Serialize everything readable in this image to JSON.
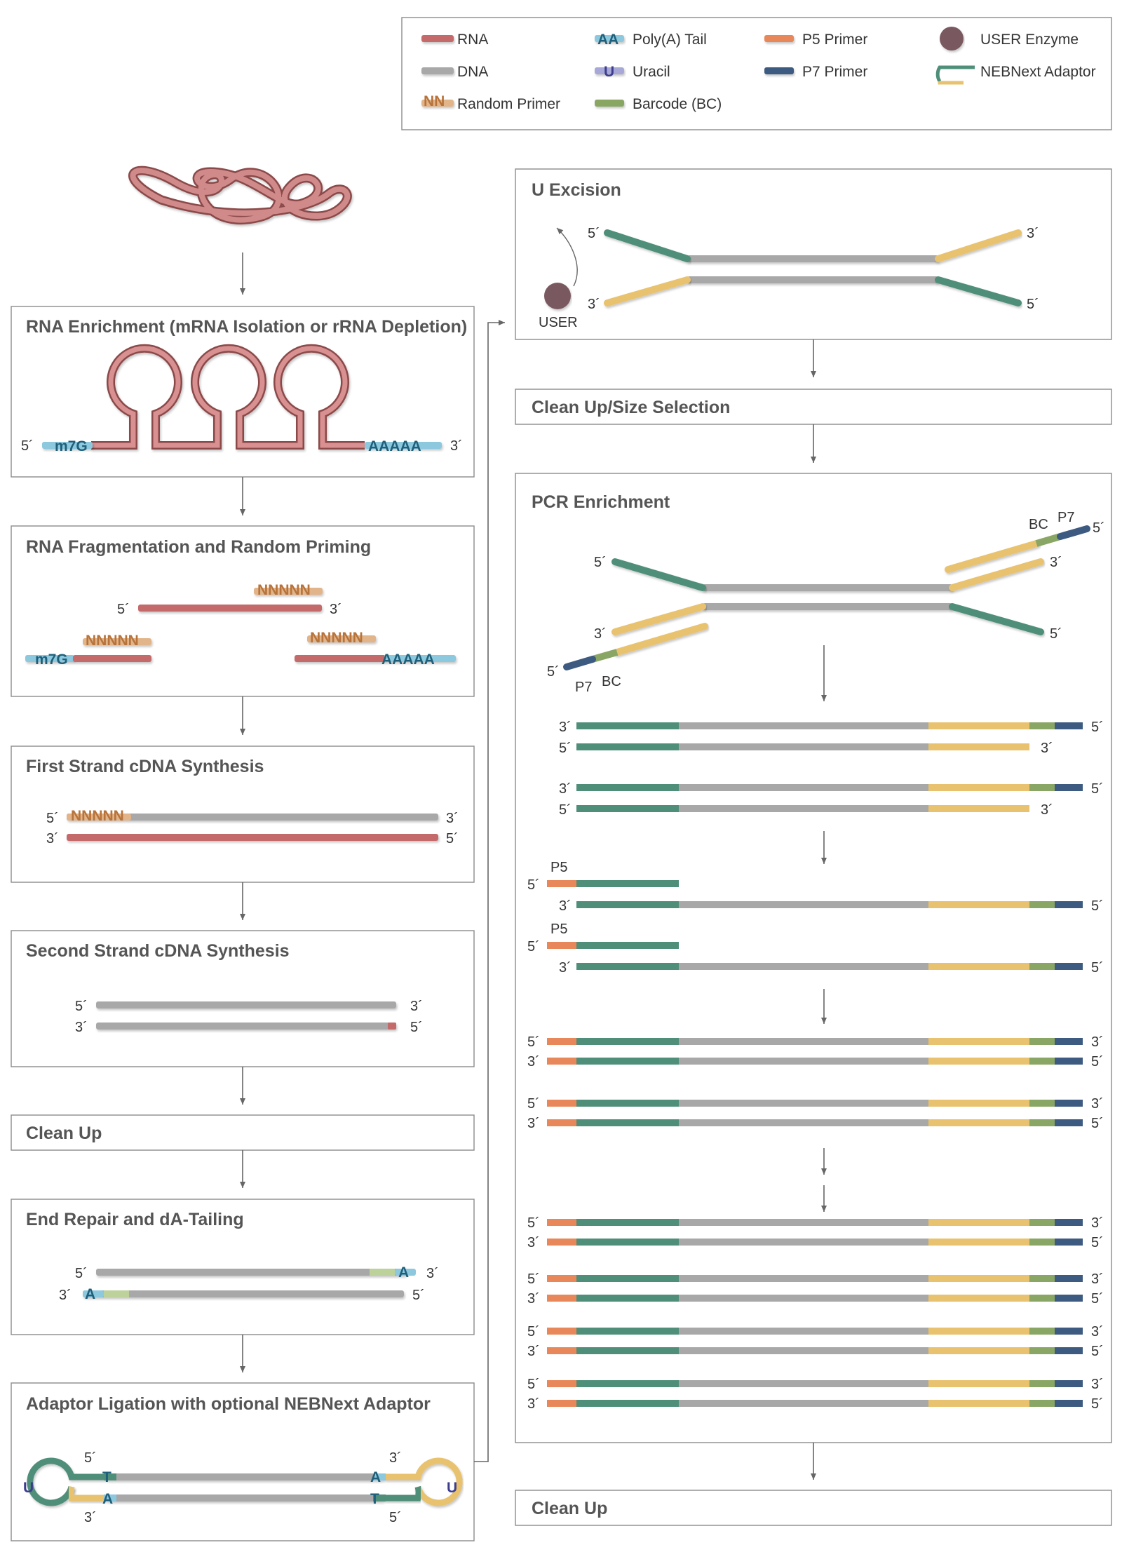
{
  "legend": {
    "items": [
      {
        "key": "rna",
        "label": "RNA",
        "color": "#c46a6a"
      },
      {
        "key": "dna",
        "label": "DNA",
        "color": "#a8a8a8"
      },
      {
        "key": "random_primer",
        "label": "Random Primer",
        "color": "#b8733a",
        "glyph": "NN"
      },
      {
        "key": "polya",
        "label": "Poly(A) Tail",
        "color": "#8cc8de",
        "glyph": "AA"
      },
      {
        "key": "uracil",
        "label": "Uracil",
        "color": "#8f8fc8",
        "glyph": "U"
      },
      {
        "key": "barcode",
        "label": "Barcode (BC)",
        "color": "#8aa664"
      },
      {
        "key": "p5",
        "label": "P5 Primer",
        "color": "#e8885a"
      },
      {
        "key": "p7",
        "label": "P7 Primer",
        "color": "#3d5a80"
      },
      {
        "key": "user",
        "label": "USER Enzyme",
        "color": "#7a5860"
      },
      {
        "key": "adaptor",
        "label": "NEBNext Adaptor",
        "color": "#4f8f7a"
      }
    ]
  },
  "steps": {
    "rna_enrichment": "RNA Enrichment (mRNA Isolation or rRNA Depletion)",
    "fragmentation": "RNA Fragmentation and Random Priming",
    "first_strand": "First Strand cDNA Synthesis",
    "second_strand": "Second Strand cDNA Synthesis",
    "clean_up_1": "Clean Up",
    "end_repair": "End Repair and dA-Tailing",
    "adaptor_ligation": "Adaptor Ligation with optional NEBNext Adaptor",
    "u_excision": "U Excision",
    "clean_up_size": "Clean Up/Size Selection",
    "pcr": "PCR Enrichment",
    "clean_up_2": "Clean Up"
  },
  "labels": {
    "five_prime": "5´",
    "three_prime": "3´",
    "cap": "m7G",
    "polya": "AAAAA",
    "random": "NNNNN",
    "user": "USER",
    "adenine": "A",
    "thymine": "T",
    "uracil": "U",
    "p5": "P5",
    "p7": "P7",
    "bc": "BC"
  },
  "colors": {
    "rna": "#c46a6a",
    "dna": "#a8a8a8",
    "random_primer": "#b8733a",
    "polya": "#8cc8de",
    "polya_text": "#1f5f7a",
    "uracil": "#3d3d8f",
    "barcode": "#8aa664",
    "p5": "#e8885a",
    "p7": "#3d5a80",
    "adaptor_green": "#4f8f7a",
    "adaptor_yellow": "#e8c26e",
    "user": "#7a5860",
    "bc_text": "#5c7a3a",
    "p5_text": "#e06a3a",
    "p7_text": "#2d4a70"
  }
}
